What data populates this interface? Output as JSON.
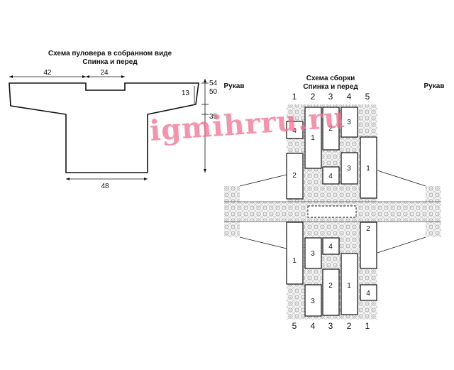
{
  "assembled": {
    "title": "Схема пуловера в собранном виде",
    "subtitle": "Спинка и перед",
    "dims": {
      "left_width": "42",
      "neck_width": "24",
      "neck_depth": "13",
      "right_54": "54",
      "right_50": "50",
      "right_35": "35",
      "bottom_width": "48"
    }
  },
  "assembly": {
    "title": "Схема сборки",
    "subtitle": "Спинка и перед",
    "sleeve_left": "Рукав",
    "sleeve_right": "Рукав",
    "top_numbers": [
      "1",
      "2",
      "3",
      "4",
      "5"
    ],
    "bottom_numbers": [
      "5",
      "4",
      "3",
      "2",
      "1"
    ],
    "blocks": {
      "c1_top_small": "4",
      "c1_top_tall": "2",
      "c2_top": "1",
      "c3_top_a": "2",
      "c3_top_b": "4",
      "c4_top_a": "3",
      "c4_top_b": "3",
      "c5_top": "1",
      "c1_bot_tall": "1",
      "c2_bot_a": "3",
      "c2_bot_b": "3",
      "c3_bot_a": "4",
      "c3_bot_b": "2",
      "c4_bot": "1",
      "c5_bot_a": "2",
      "c5_bot_b": "4"
    }
  },
  "watermark": "igmihrru.ru"
}
